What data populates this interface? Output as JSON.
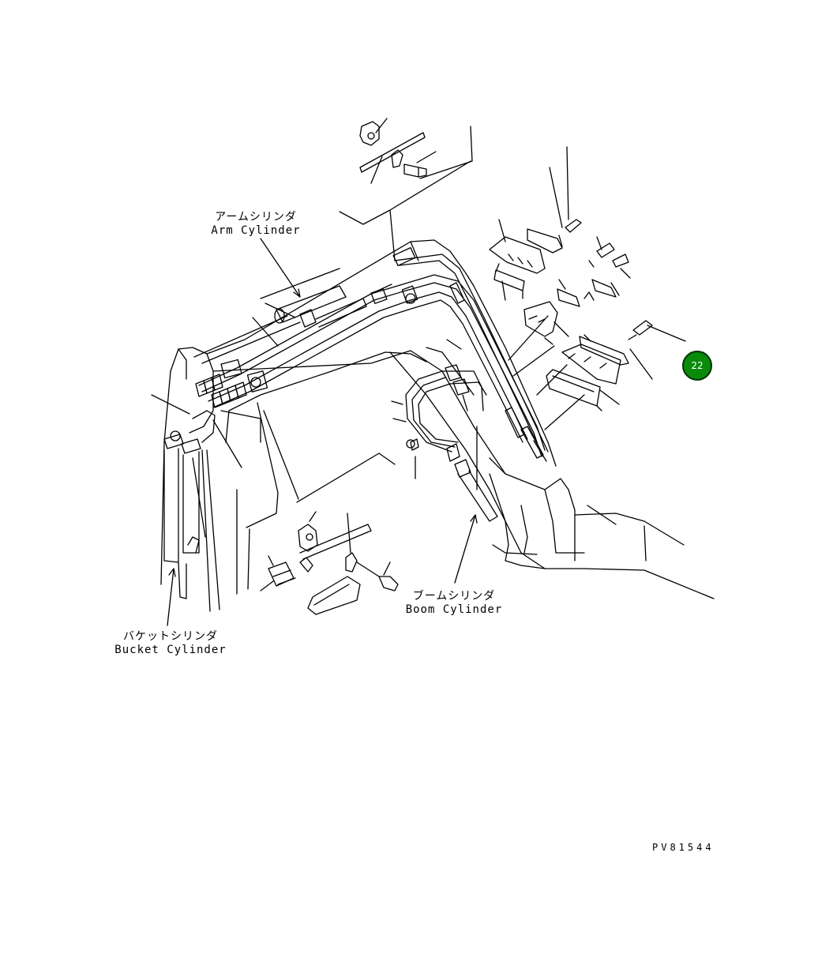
{
  "labels": {
    "arm_cylinder_ja": "アームシリンダ",
    "arm_cylinder_en": "Arm Cylinder",
    "boom_cylinder_ja": "ブームシリンダ",
    "boom_cylinder_en": "Boom Cylinder",
    "bucket_cylinder_ja": "バケットシリンダ",
    "bucket_cylinder_en": "Bucket Cylinder"
  },
  "callout": {
    "number": "22",
    "color": "#0a8a0a"
  },
  "drawing_code": "PV81544"
}
